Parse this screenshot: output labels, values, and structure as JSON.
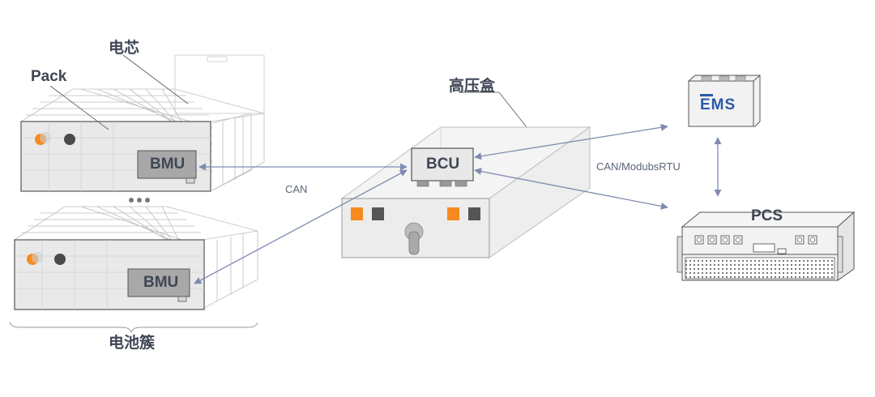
{
  "labels": {
    "cell": "电芯",
    "pack": "Pack",
    "hv_box": "高压盒",
    "bmu_top": "BMU",
    "bmu_bottom": "BMU",
    "bcu": "BCU",
    "ems": "EMS",
    "pcs": "PCS",
    "can": "CAN",
    "can_modbus": "CAN/ModubsRTU",
    "cluster": "电池簇"
  },
  "colors": {
    "line": "#7f8bb0",
    "orange": "#f58a1f",
    "dark": "#4a4a4a",
    "panel": "#e9e9e9",
    "stroke": "#555555",
    "grid": "#bdbdbd",
    "ems_blue": "#2b5aa8"
  }
}
